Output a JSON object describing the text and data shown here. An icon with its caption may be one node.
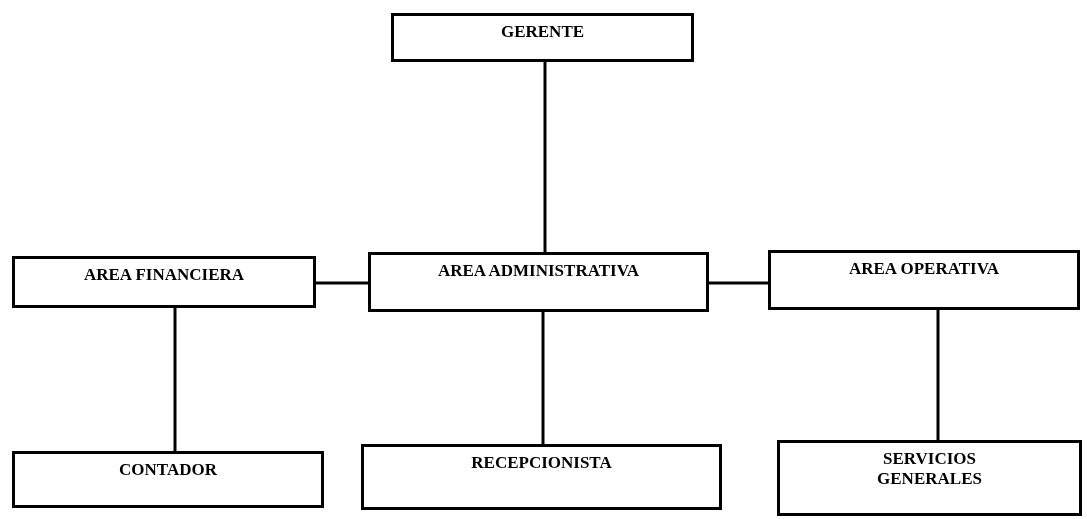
{
  "diagram": {
    "nodes": [
      {
        "text": [
          "GERENTE"
        ]
      },
      {
        "text": [
          "AREA FINANCIERA"
        ]
      },
      {
        "text": [
          "AREA ADMINISTRATIVA"
        ]
      },
      {
        "text": [
          "AREA OPERATIVA"
        ]
      },
      {
        "text": [
          "CONTADOR"
        ]
      },
      {
        "text": [
          "RECEPCIONISTA"
        ]
      },
      {
        "text": [
          "SERVICIOS GENERALES"
        ]
      }
    ],
    "edges": [
      {
        "from": 0,
        "to": 2,
        "arrow": "none"
      },
      {
        "from": 1,
        "to": 2,
        "arrow": "none"
      },
      {
        "from": 2,
        "to": 3,
        "arrow": "none"
      },
      {
        "from": 1,
        "to": 4,
        "arrow": "none"
      },
      {
        "from": 2,
        "to": 5,
        "arrow": "none"
      },
      {
        "from": 3,
        "to": 6,
        "arrow": "none"
      }
    ]
  }
}
